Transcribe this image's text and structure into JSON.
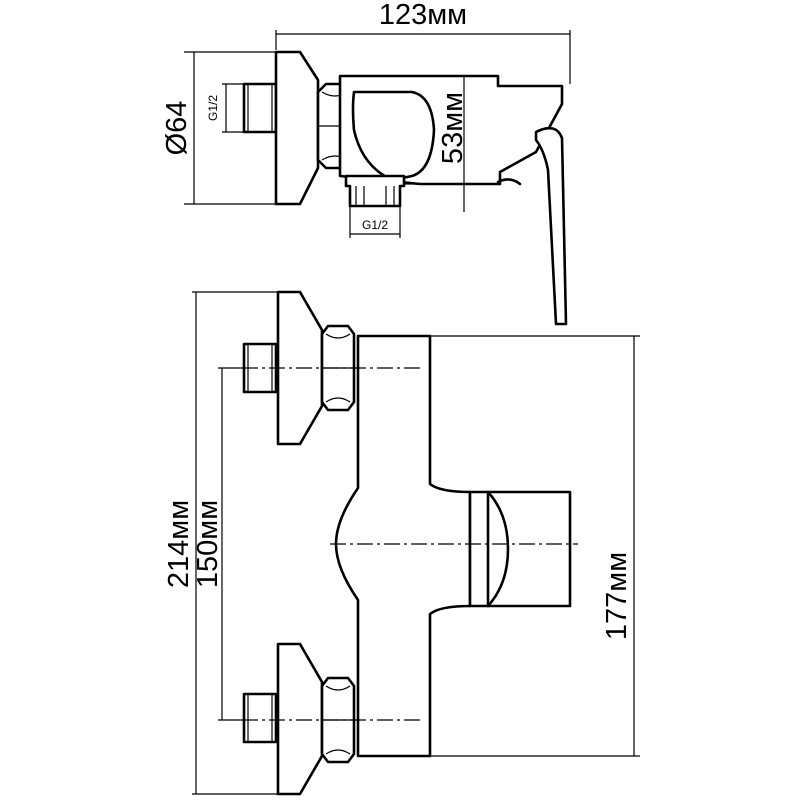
{
  "dimensions": {
    "overall_depth": "123мм",
    "flange_diameter": "Ø64",
    "outlet_height": "53мм",
    "overall_height": "214мм",
    "inlet_spacing": "150мм",
    "body_height": "177мм"
  },
  "threads": {
    "inlet_thread": "G1/2",
    "outlet_thread": "G1/2"
  }
}
